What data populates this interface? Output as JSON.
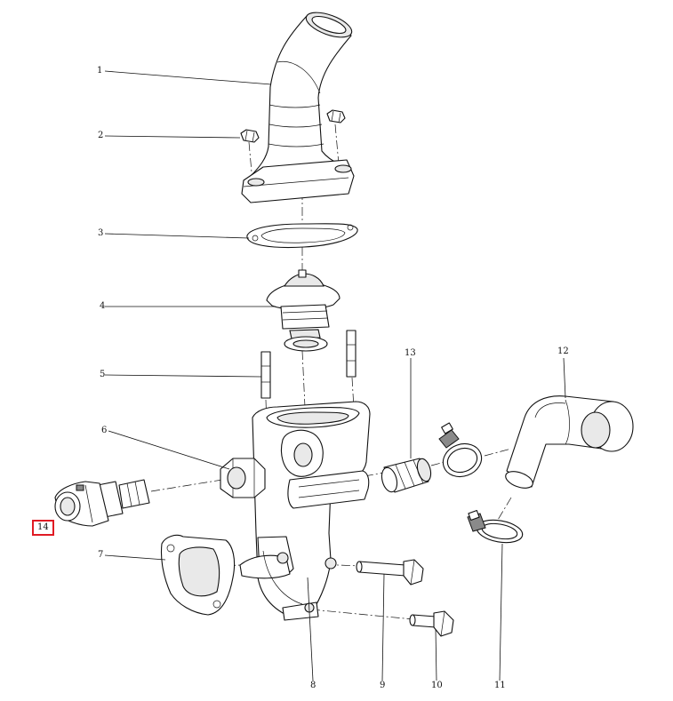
{
  "diagram": {
    "highlight_color": "#e01b24",
    "callouts": [
      {
        "id": "c1",
        "label": "1"
      },
      {
        "id": "c2",
        "label": "2"
      },
      {
        "id": "c3",
        "label": "3"
      },
      {
        "id": "c4",
        "label": "4"
      },
      {
        "id": "c5",
        "label": "5"
      },
      {
        "id": "c6",
        "label": "6"
      },
      {
        "id": "c7",
        "label": "7"
      },
      {
        "id": "c8",
        "label": "8"
      },
      {
        "id": "c9",
        "label": "9"
      },
      {
        "id": "c10",
        "label": "10"
      },
      {
        "id": "c11",
        "label": "11"
      },
      {
        "id": "c12",
        "label": "12"
      },
      {
        "id": "c13",
        "label": "13"
      },
      {
        "id": "c14",
        "label": "14",
        "highlighted": true
      }
    ]
  }
}
